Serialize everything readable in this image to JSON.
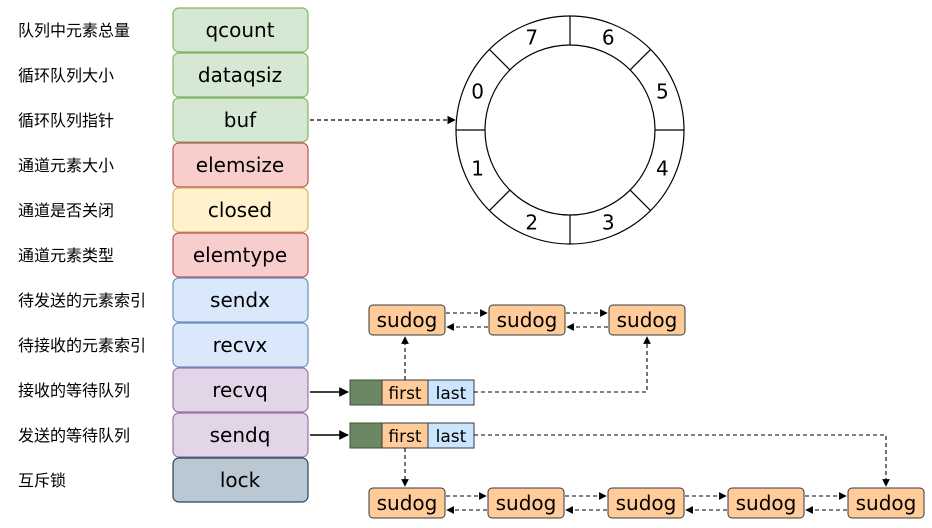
{
  "fields": [
    {
      "label": "队列中元素总量",
      "name": "qcount",
      "fill": "#d5e8d4",
      "stroke": "#82b366"
    },
    {
      "label": "循环队列大小",
      "name": "dataqsiz",
      "fill": "#d5e8d4",
      "stroke": "#82b366"
    },
    {
      "label": "循环队列指针",
      "name": "buf",
      "fill": "#d5e8d4",
      "stroke": "#82b366"
    },
    {
      "label": "通道元素大小",
      "name": "elemsize",
      "fill": "#f8cecc",
      "stroke": "#b85450"
    },
    {
      "label": "通道是否关闭",
      "name": "closed",
      "fill": "#fff2cc",
      "stroke": "#d6b656"
    },
    {
      "label": "通道元素类型",
      "name": "elemtype",
      "fill": "#f8cecc",
      "stroke": "#b85450"
    },
    {
      "label": "待发送的元素索引",
      "name": "sendx",
      "fill": "#dae8fc",
      "stroke": "#6c8ebf"
    },
    {
      "label": "待接收的元素索引",
      "name": "recvx",
      "fill": "#dae8fc",
      "stroke": "#6c8ebf"
    },
    {
      "label": "接收的等待队列",
      "name": "recvq",
      "fill": "#e1d5e7",
      "stroke": "#9673a6"
    },
    {
      "label": "发送的等待队列",
      "name": "sendq",
      "fill": "#e1d5e7",
      "stroke": "#9673a6"
    },
    {
      "label": "互斥锁",
      "name": "lock",
      "fill": "#bac8d3",
      "stroke": "#23445d"
    }
  ],
  "ring_segments": [
    "0",
    "1",
    "2",
    "3",
    "4",
    "5",
    "6",
    "7"
  ],
  "wait_queue": {
    "first": "first",
    "last": "last"
  },
  "sudog_label": "sudog",
  "colors": {
    "sudog_fill": "#ffcc99",
    "sudog_stroke": "#36393d",
    "queue_head_fill": "#6d8764",
    "queue_first_fill": "#ffcc99",
    "queue_last_fill": "#cce5ff"
  }
}
